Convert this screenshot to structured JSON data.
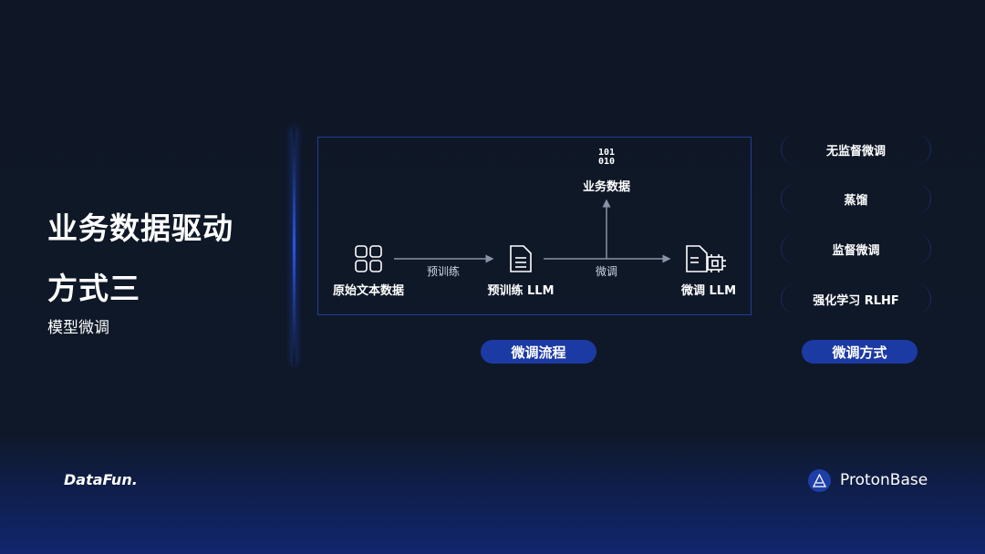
{
  "slide": {
    "title_line1": "业务数据驱动",
    "title_line2": "方式三",
    "subtitle": "模型微调"
  },
  "flow": {
    "nodes": {
      "raw": "原始文本数据",
      "pretrained": "预训练 LLM",
      "finetuned": "微调 LLM",
      "business": "业务数据",
      "binary_top": "101",
      "binary_bottom": "010"
    },
    "edges": {
      "pretrain": "预训练",
      "finetune": "微调"
    },
    "caption": "微调流程"
  },
  "methods": {
    "items": [
      "无监督微调",
      "蒸馏",
      "监督微调",
      "强化学习 RLHF"
    ],
    "caption": "微调方式"
  },
  "footer": {
    "left_logo": "DataFun.",
    "right_logo": "ProtonBase"
  },
  "colors": {
    "accent": "#1c3aa3",
    "background": "#0f1828"
  }
}
